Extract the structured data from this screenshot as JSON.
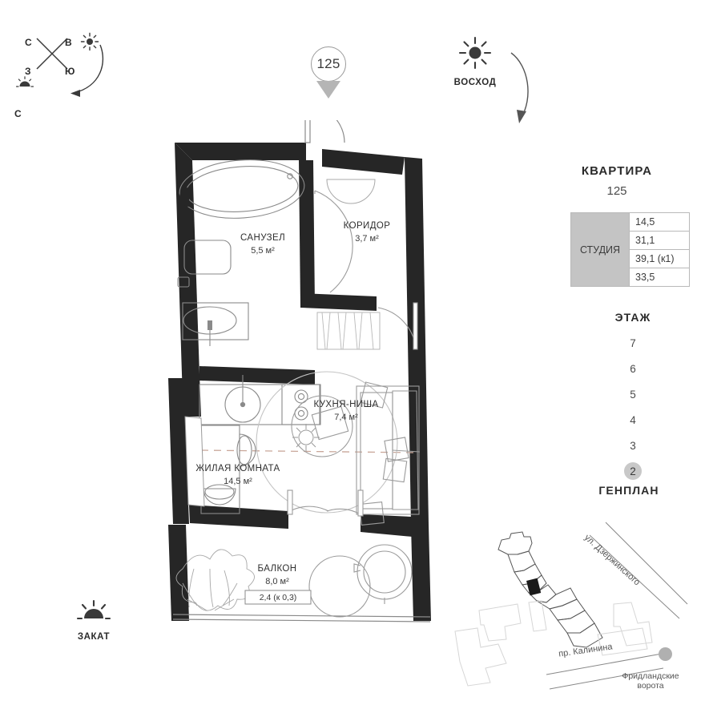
{
  "compass": {
    "north": "С",
    "east": "В",
    "west": "З",
    "south": "Ю"
  },
  "sun": {
    "sunrise_label": "ВОСХОД",
    "sunset_label": "ЗАКАТ"
  },
  "pin": {
    "number": "125"
  },
  "plan": {
    "rooms": [
      {
        "name": "САНУЗЕЛ",
        "area": "5,5 м²"
      },
      {
        "name": "КОРИДОР",
        "area": "3,7 м²"
      },
      {
        "name": "КУХНЯ-НИША",
        "area": "7,4 м²"
      },
      {
        "name": "ЖИЛАЯ КОМНАТА",
        "area": "14,5 м²"
      },
      {
        "name": "БАЛКОН",
        "area": "8,0 м²",
        "extra": "2,4 (к 0,3)"
      }
    ]
  },
  "apartment": {
    "title": "КВАРТИРА",
    "number": "125",
    "type": "СТУДИЯ",
    "values": [
      "14,5",
      "31,1",
      "39,1 (к1)",
      "33,5"
    ],
    "cell_color": "#c4c4c4"
  },
  "floors": {
    "title": "ЭТАЖ",
    "items": [
      "7",
      "6",
      "5",
      "4",
      "3",
      "2"
    ],
    "selected": "2",
    "selected_color": "#c8c8c8"
  },
  "genplan": {
    "title": "ГЕНПЛАН",
    "streets": [
      "ул. Дзержинского",
      "пр. Калинина"
    ],
    "landmark": "Фридландские\nворота",
    "landmark_line1": "Фридландские",
    "landmark_line2": "ворота",
    "landmark_dot_color": "#b0b0b0"
  }
}
